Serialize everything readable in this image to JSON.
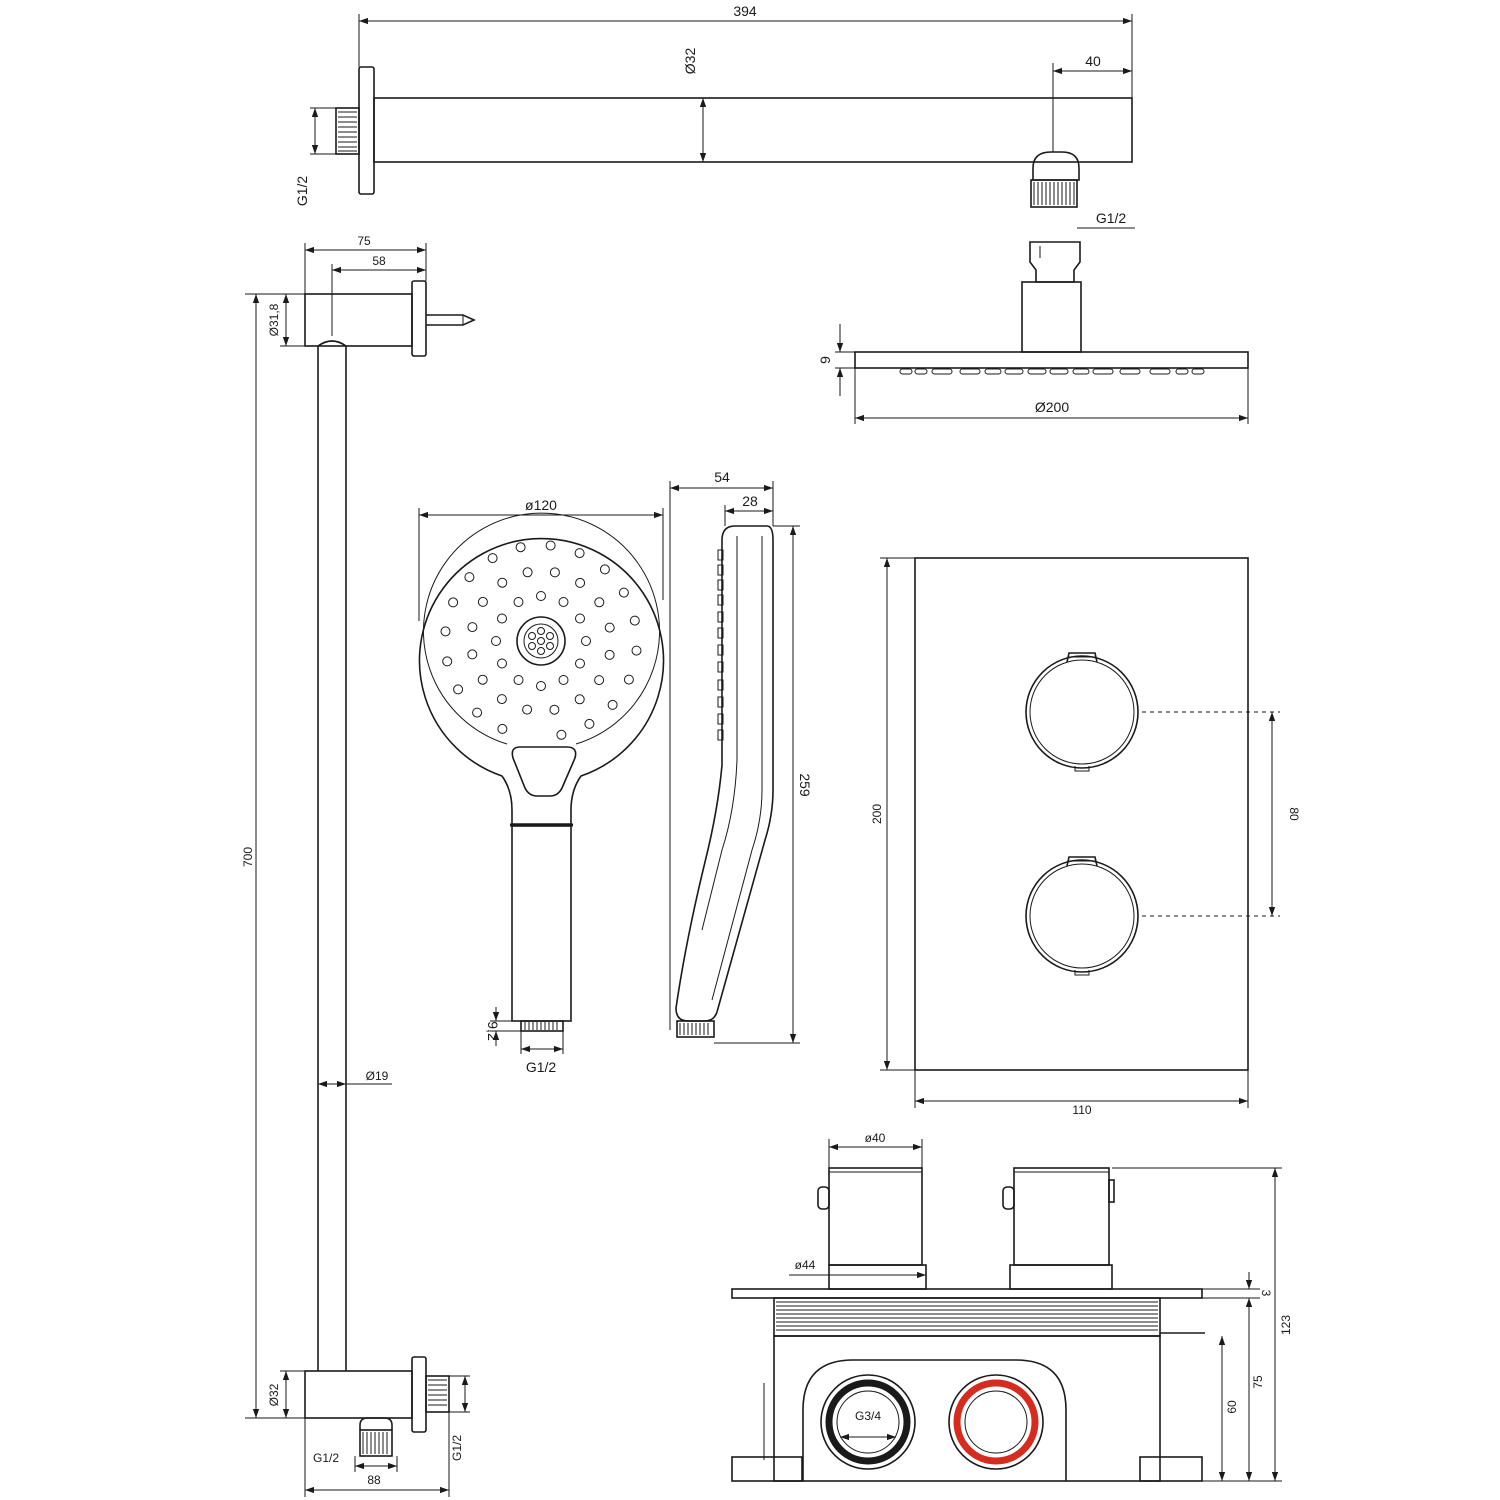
{
  "dimensions": {
    "arm_length": "394",
    "arm_diameter": "Ø32",
    "arm_end_offset": "40",
    "arm_wall_thread": "G1/2",
    "arm_head_thread": "G1/2",
    "head_height": "9",
    "head_diameter": "Ø200",
    "bar_bracket_depth": "75",
    "bar_bracket_inner": "58",
    "bar_top_diameter": "Ø31,8",
    "bar_length": "700",
    "bar_rod_diameter": "Ø19",
    "bar_bottom_diameter": "Ø32",
    "bar_bottom_thread": "G1/2",
    "bar_outlet_thread": "G1/2",
    "bar_bottom_width": "88",
    "hand_diameter": "ø120",
    "hand_thread_len": "9,2",
    "hand_thread": "G1/2",
    "hand_depth": "54",
    "hand_handle_depth": "28",
    "hand_length": "259",
    "plate_height": "200",
    "plate_width": "110",
    "knob_spacing": "80",
    "knob_diameter": "ø40",
    "collar_diameter": "ø44",
    "plate_thickness": "3",
    "total_depth": "123",
    "box_depth": "75",
    "inlet_height": "60",
    "inlet_thread": "G3/4"
  },
  "colors": {
    "line": "#1a1a1a",
    "hot_ring": "#d62c1f",
    "cold_ring": "#1a1a1a"
  }
}
